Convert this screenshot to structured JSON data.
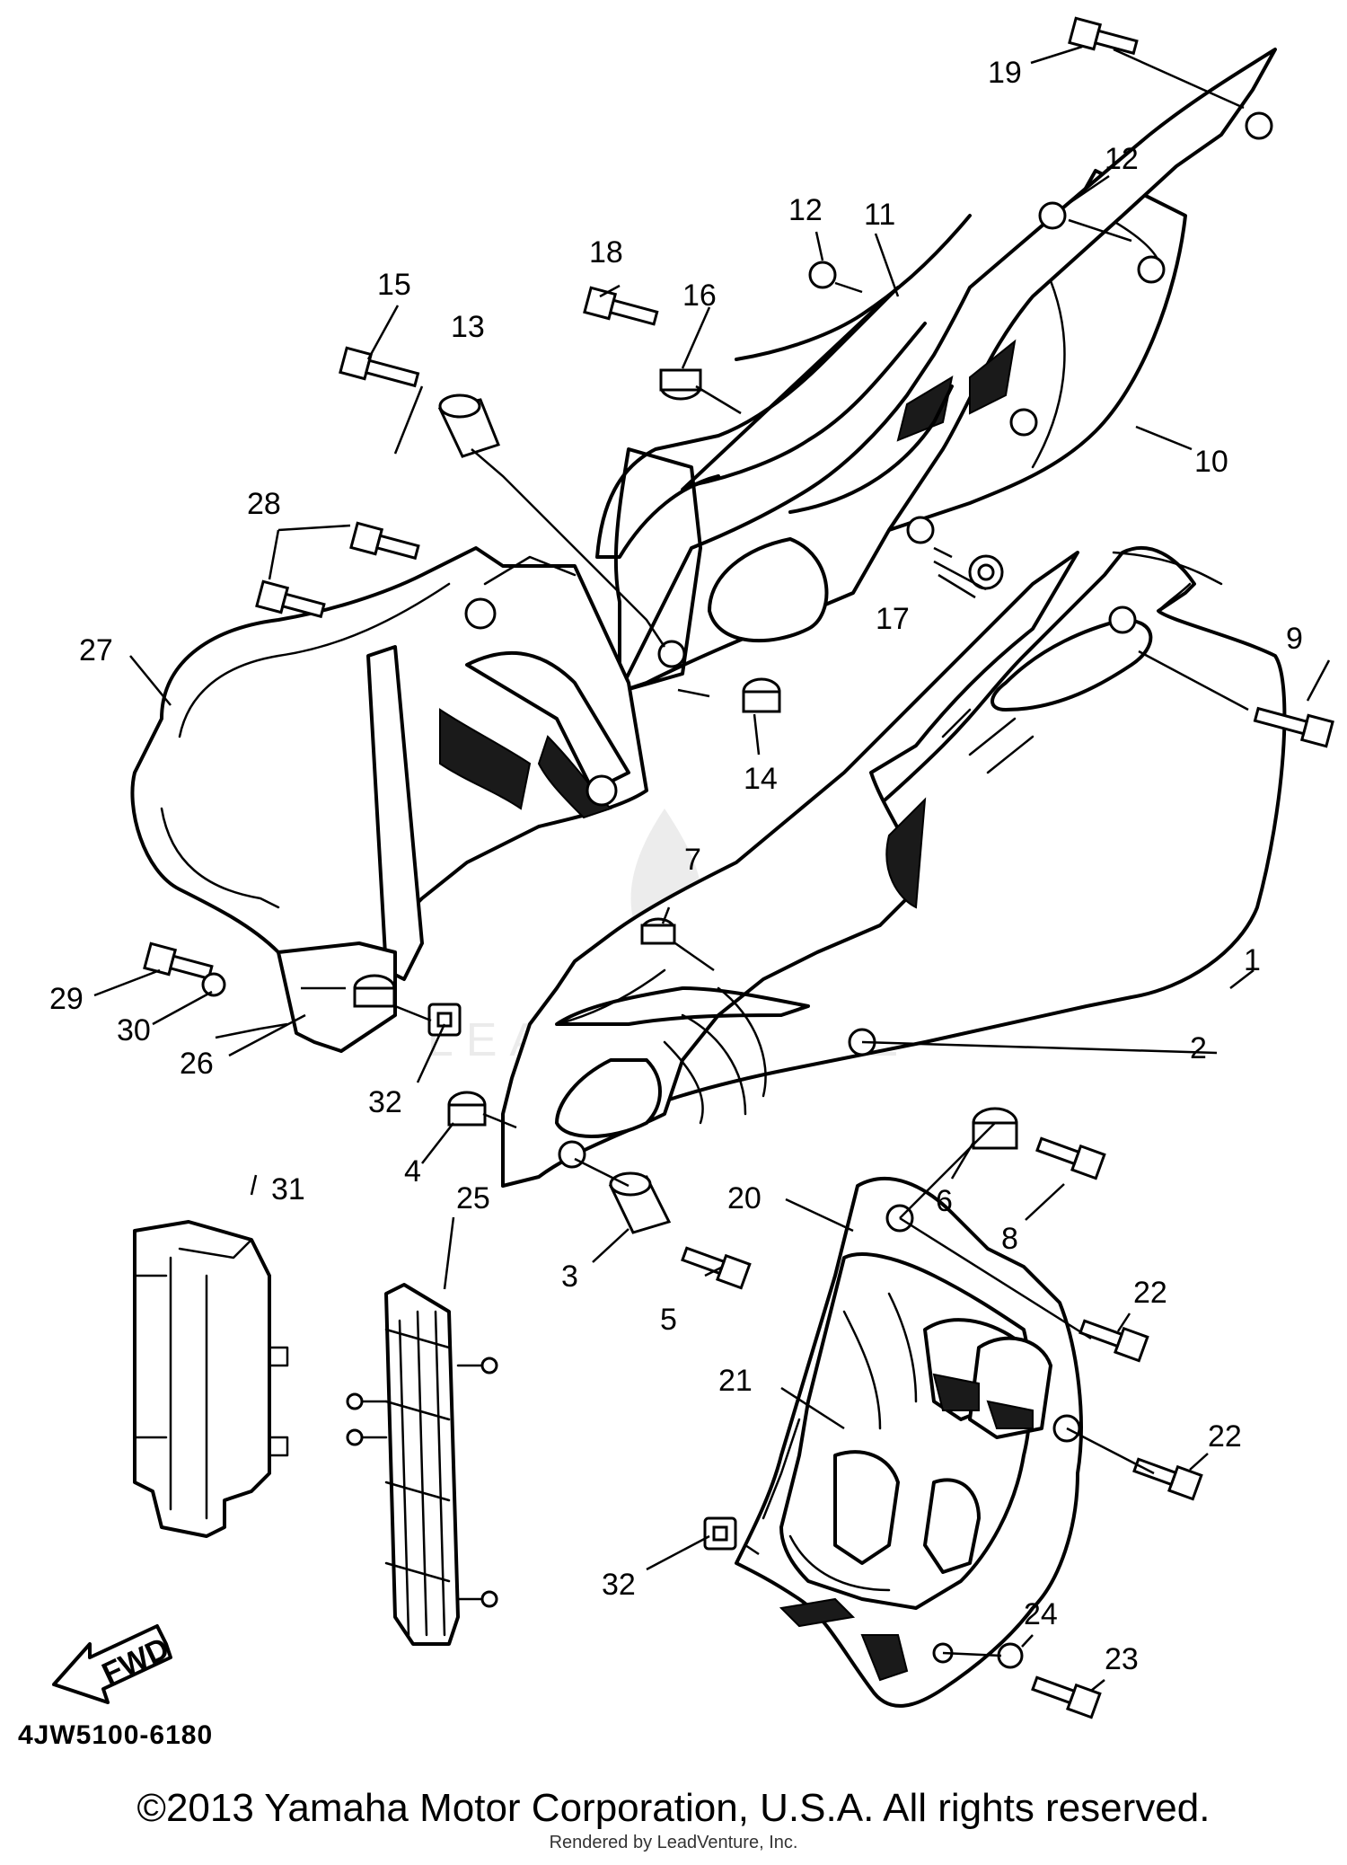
{
  "diagram_code": "4JW5100-6180",
  "copyright": "©2013 Yamaha Motor Corporation, U.S.A. All rights reserved.",
  "rendered_by": "Rendered by LeadVenture, Inc.",
  "watermark_text": "LEADVENTURE",
  "fwd_label": "FWD",
  "callouts": [
    "1",
    "2",
    "3",
    "4",
    "5",
    "6",
    "7",
    "8",
    "9",
    "10",
    "11",
    "12",
    "13",
    "14",
    "15",
    "16",
    "17",
    "18",
    "19",
    "20",
    "21",
    "22",
    "23",
    "24",
    "25",
    "26",
    "27",
    "28",
    "29",
    "30",
    "31",
    "32"
  ]
}
